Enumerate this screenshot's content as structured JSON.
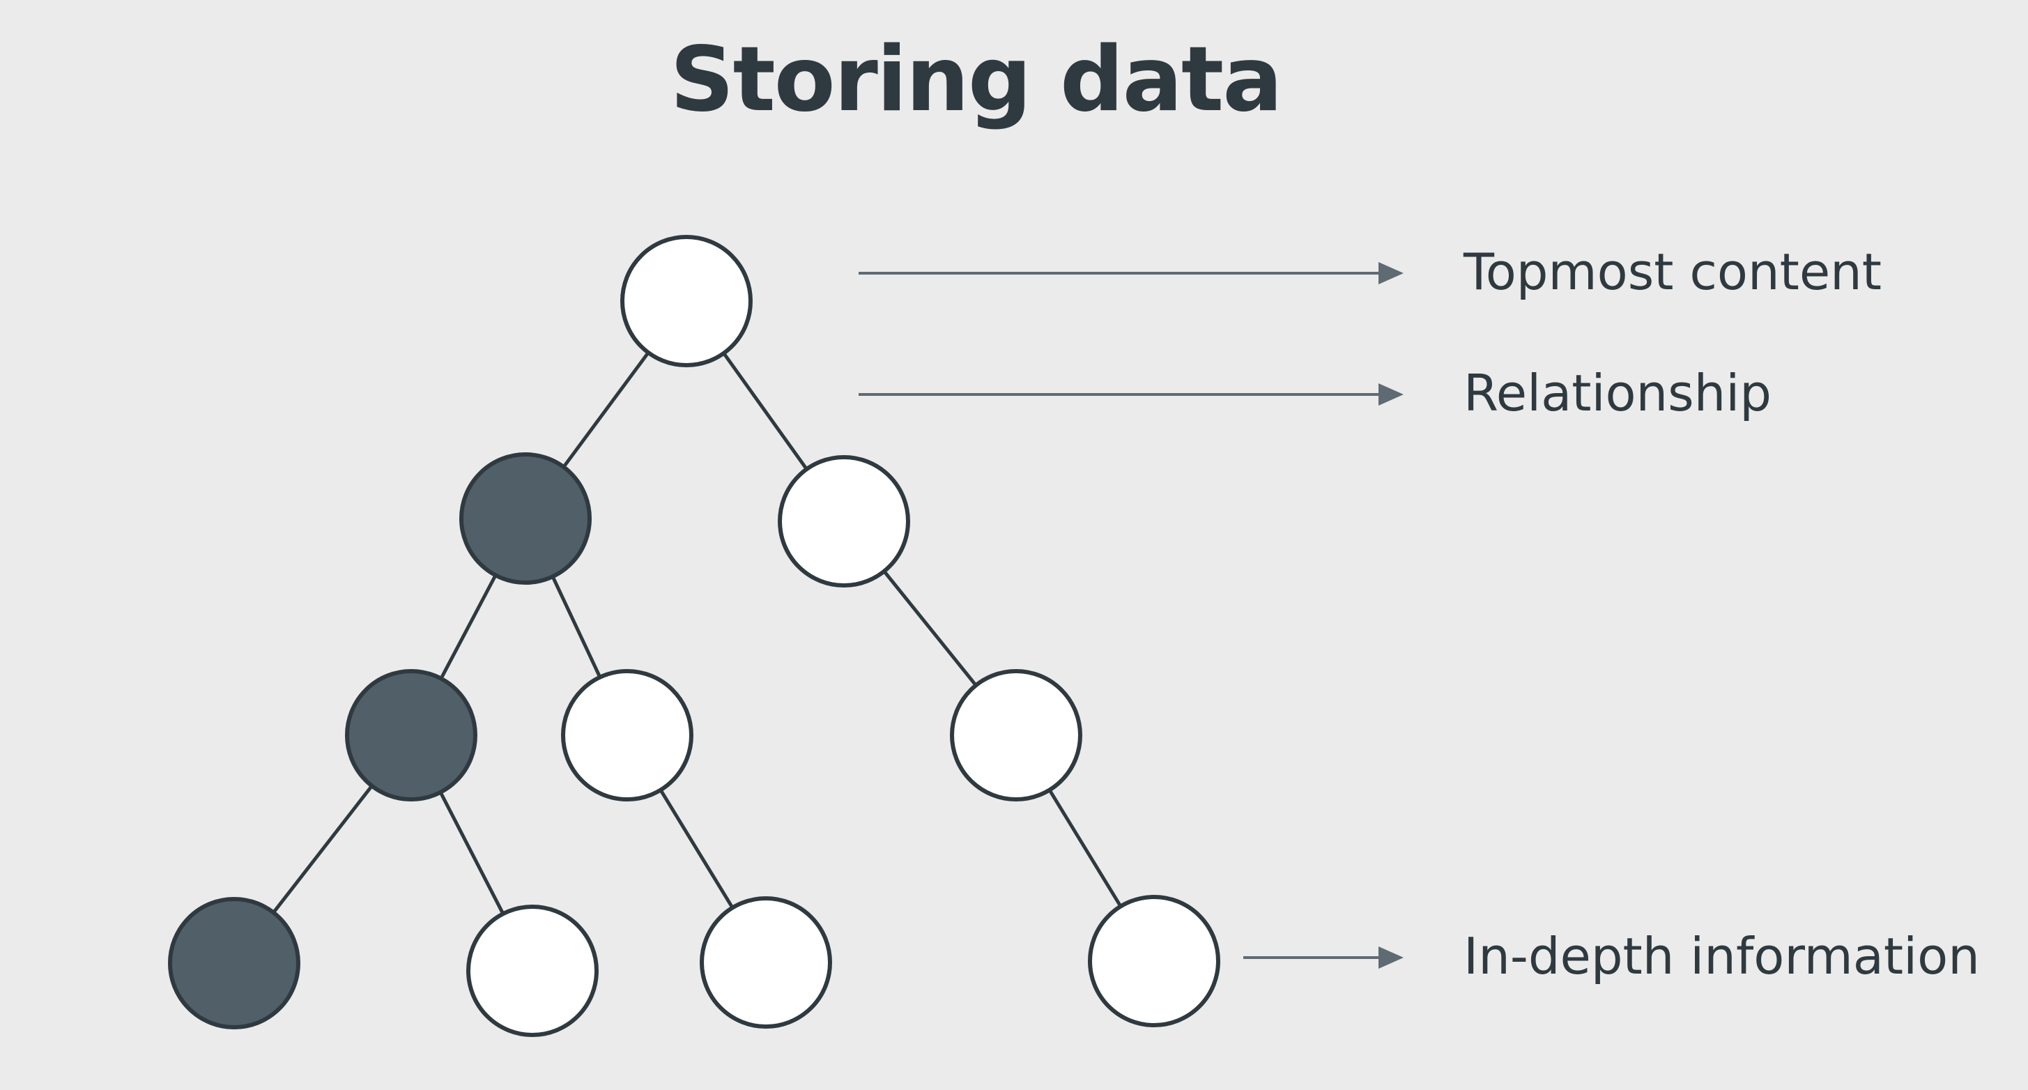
{
  "title": "Storing data",
  "labels": {
    "topmost": "Topmost content",
    "relationship": "Relationship",
    "in_depth": "In-depth information"
  },
  "colors": {
    "background": "#ebebeb",
    "stroke": "#2f3a40",
    "filled_node": "#505f68",
    "empty_node": "#ffffff",
    "arrow": "#5f6b72"
  },
  "tree": {
    "levels": 4,
    "nodes": [
      {
        "id": "n0",
        "level": 0,
        "filled": false
      },
      {
        "id": "n1",
        "level": 1,
        "filled": true,
        "parent": "n0"
      },
      {
        "id": "n2",
        "level": 1,
        "filled": false,
        "parent": "n0"
      },
      {
        "id": "n3",
        "level": 2,
        "filled": true,
        "parent": "n1"
      },
      {
        "id": "n4",
        "level": 2,
        "filled": false,
        "parent": "n1"
      },
      {
        "id": "n5",
        "level": 2,
        "filled": false,
        "parent": "n2"
      },
      {
        "id": "n6",
        "level": 3,
        "filled": true,
        "parent": "n3"
      },
      {
        "id": "n7",
        "level": 3,
        "filled": false,
        "parent": "n3"
      },
      {
        "id": "n8",
        "level": 3,
        "filled": false,
        "parent": "n4"
      },
      {
        "id": "n9",
        "level": 3,
        "filled": false,
        "parent": "n5"
      }
    ]
  }
}
